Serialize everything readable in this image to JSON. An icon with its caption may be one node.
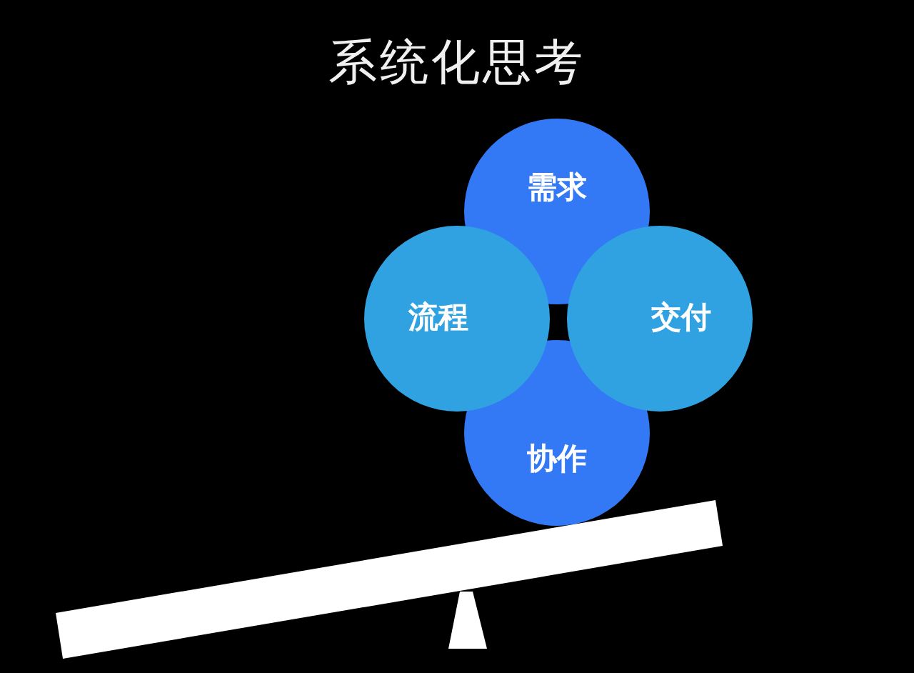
{
  "diagram": {
    "title": "系统化思考",
    "nodes": [
      {
        "text": [
          "需求"
        ]
      },
      {
        "text": [
          "流程"
        ]
      },
      {
        "text": [
          "交付"
        ]
      },
      {
        "text": [
          "协作"
        ]
      }
    ],
    "edges": []
  }
}
